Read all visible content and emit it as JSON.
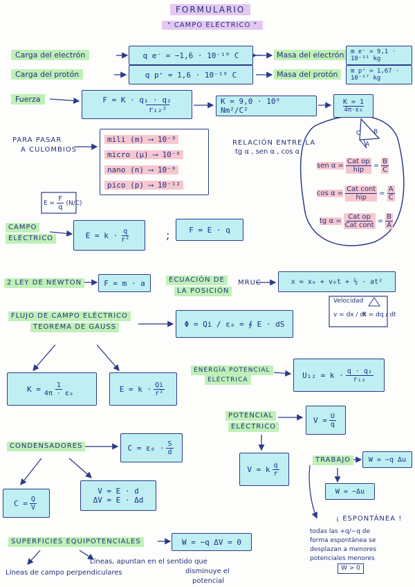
{
  "title": "Formulario",
  "subtitle": "\" campo eléctrico \"",
  "charge_electron": {
    "label": "Carga del electrón",
    "formula": "q e⁻ = −1,6 · 10⁻¹⁹ C",
    "mass_label": "Masa del electrón",
    "mass_formula": "m e⁻ = 9,1 · 10⁻³¹ kg"
  },
  "charge_proton": {
    "label": "Carga del protón",
    "formula": "q p⁺ = 1,6 · 10⁻¹⁹ C",
    "mass_label": "Masa del protón",
    "mass_formula": "m p⁺ = 1,67 · 10⁻²⁷ kg"
  },
  "force": {
    "label": "Fuerza",
    "num": "F = K · q₁ · q₂",
    "den": "r₁₂²",
    "k_value": "K = 9,0 · 10⁹ Nm²/C²",
    "k_alt_num": "K = 1",
    "k_alt_den": "4π·ε₀"
  },
  "conversion": {
    "label1": "Para pasar",
    "label2": "a culombios",
    "rows": [
      "mili (m) ⟶ 10⁻³",
      "micro (μ) ⟶ 10⁻⁶",
      "nano (n) ⟶ 10⁻⁹",
      "pico (p) ⟶ 10⁻¹²"
    ]
  },
  "trig": {
    "label1": "Relación entre la",
    "label2": "tg α , sen α , cos α",
    "tri_a": "A",
    "tri_b": "B",
    "tri_c": "C",
    "sen": {
      "name": "sen α =",
      "n": "Cat op",
      "d": "hip",
      "n2": "B",
      "d2": "C"
    },
    "cos": {
      "name": "cos α =",
      "n": "Cat cont",
      "d": "hip",
      "n2": "A",
      "d2": "C"
    },
    "tg": {
      "name": "tg α =",
      "n": "Cat op",
      "d": "Cat cont",
      "n2": "B",
      "d2": "A"
    }
  },
  "field_note": {
    "lhs": "E =",
    "n": "F",
    "d": "q",
    "unit": "(N/C)"
  },
  "field": {
    "label1": "Campo",
    "label2": "eléctrico",
    "f1": "E = k ·",
    "f1n": "q",
    "f1d": "r²",
    "sep": ";",
    "f2": "F = E · q"
  },
  "newton": {
    "label": "2 ley de Newton",
    "formula": "F = m · a"
  },
  "mruc": {
    "label1": "Ecuación de",
    "label2": "la posición",
    "label3": "MRUC",
    "formula": "x = x₀ + v₀t + ½ · at²"
  },
  "velocity": {
    "label": "Velocidad",
    "v": "v = dx / dt",
    "k": "K = dq / dt"
  },
  "flux": {
    "label1": "Flujo de campo eléctrico",
    "label2": "Teorema de Gauss",
    "formula": "Φ = Qi / ε₀ = ∮ E · dS"
  },
  "k_formula": {
    "lhs": "K =",
    "n": "1",
    "d": "4π · ε₀"
  },
  "gauss_e": {
    "lhs": "E = k ·",
    "n": "Qi",
    "d": "r²"
  },
  "energy": {
    "label1": "Energía potencial",
    "label2": "eléctrica",
    "lhs": "U₁₂ = k ·",
    "n": "q · q₂",
    "d": "r₁₂"
  },
  "potential": {
    "label1": "Potencial",
    "label2": "eléctrico",
    "lhs": "V =",
    "n": "U",
    "d": "q",
    "v2": "V = k",
    "v2n": "q",
    "v2d": "r"
  },
  "capacitors": {
    "label": "Condensadores",
    "formula_lhs": "C = ε₀ ·",
    "formula_n": "S",
    "formula_d": "d",
    "c2_lhs": "C =",
    "c2_n": "Q",
    "c2_d": "V",
    "v1": "V = E · d",
    "v2": "ΔV = E · Δd"
  },
  "work": {
    "label": "Trabajo",
    "w1": "W = −q Δu",
    "w2": "W = −Δu"
  },
  "spontaneous": {
    "title": "¡ Espontánea !",
    "l1": "todas las +q/−q de",
    "l2": "forma espontánea se",
    "l3": "desplazan a menores",
    "l4": "potenciales menores",
    "l5": "W > 0"
  },
  "equipotential": {
    "label": "Superficies equipotenciales",
    "formula": "W = −q ΔV = 0",
    "note1": "Líneas de campo perpendiculares",
    "note2": "Líneas, apuntan en el sentido que",
    "note3": "disminuye el",
    "note4": "potencial"
  }
}
